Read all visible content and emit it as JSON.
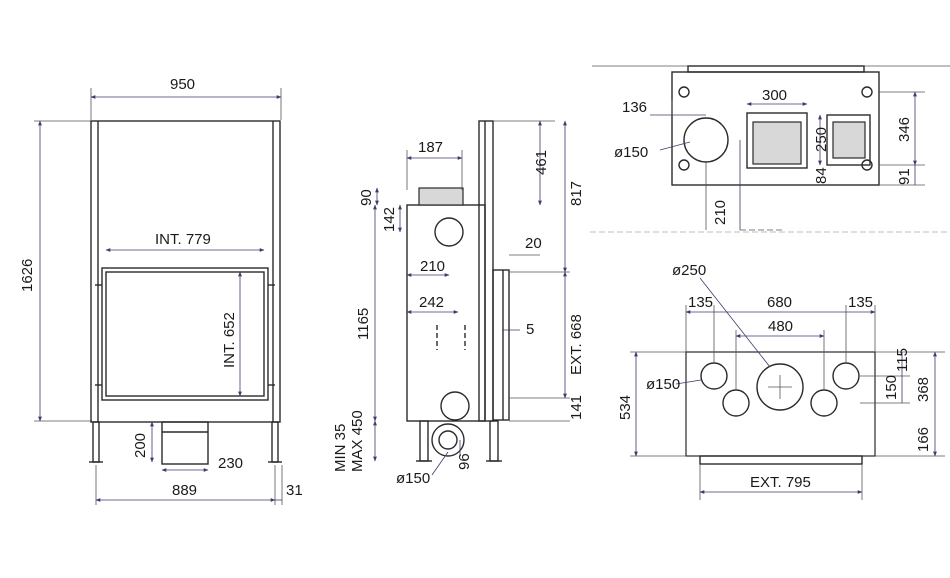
{
  "front_view": {
    "width_top": "950",
    "height_total": "1626",
    "int_width": "INT. 779",
    "int_height": "INT. 652",
    "leg_height": "200",
    "duct_width": "230",
    "base_width": "889",
    "side_offset": "31"
  },
  "side_view": {
    "chimney_width": "187",
    "top_offset": "90",
    "duct_depth": "142",
    "duct_pos": "210",
    "inner_depth": "242",
    "height": "1165",
    "leg_range": "MIN 35\nMAX 450",
    "duct_diameter": "ø150",
    "duct_offset": "96",
    "upper_height": "461",
    "total_height": "817",
    "frame_offset": "20",
    "gap": "5",
    "ext_height": "EXT. 668",
    "bottom_offset": "141"
  },
  "top_view": {
    "offset_left": "136",
    "duct_diameter": "ø150",
    "distance": "210",
    "box_width": "300",
    "box_height": "250",
    "box_offset": "84",
    "total_depth": "346",
    "bottom_offset": "91"
  },
  "bottom_view": {
    "big_diameter": "ø250",
    "left_offset": "135",
    "middle_width": "680",
    "right_offset": "135",
    "inner_width": "480",
    "small_diameter": "ø150",
    "height": "534",
    "top_offset": "115",
    "middle_height": "150",
    "total": "368",
    "bottom_offset": "166",
    "ext_width": "EXT.  795"
  }
}
